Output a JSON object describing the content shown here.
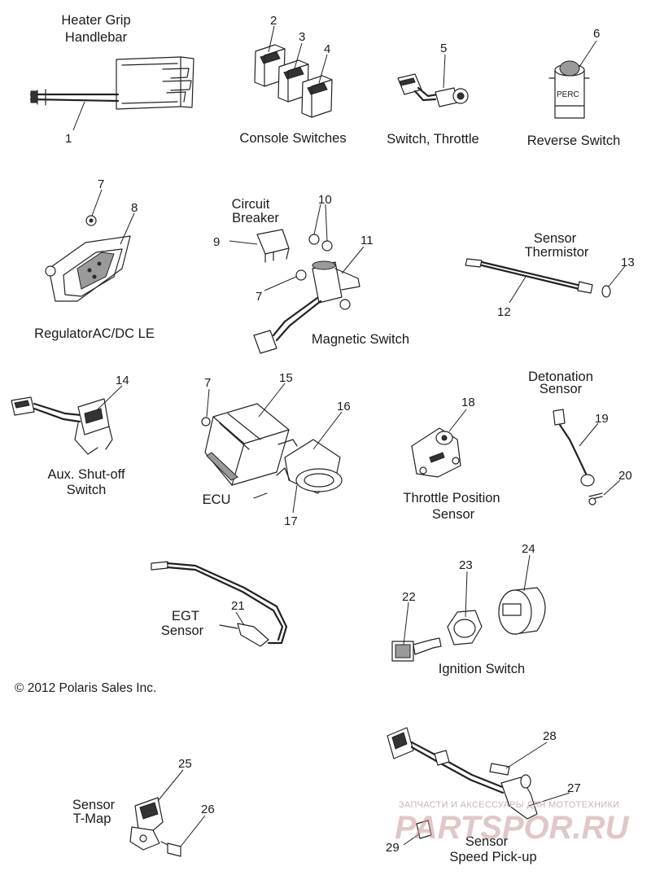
{
  "labels": {
    "heater_grip_1": "Heater Grip",
    "heater_grip_2": "Handlebar",
    "console_switches": "Console Switches",
    "switch_throttle": "Switch, Throttle",
    "reverse_switch": "Reverse Switch",
    "circuit_breaker_1": "Circuit",
    "circuit_breaker_2": "Breaker",
    "sensor_thermistor_1": "Sensor",
    "sensor_thermistor_2": "Thermistor",
    "regulator": "RegulatorAC/DC LE",
    "magnetic_switch": "Magnetic Switch",
    "detonation_sensor_1": "Detonation",
    "detonation_sensor_2": "Sensor",
    "aux_shutoff_1": "Aux. Shut-off",
    "aux_shutoff_2": "Switch",
    "ecu": "ECU",
    "throttle_position_1": "Throttle Position",
    "throttle_position_2": "Sensor",
    "egt_sensor_1": "EGT",
    "egt_sensor_2": "Sensor",
    "ignition_switch": "Ignition Switch",
    "sensor_tmap_1": "Sensor",
    "sensor_tmap_2": "T-Map",
    "speed_pickup_1": "Sensor",
    "speed_pickup_2": "Speed Pick-up"
  },
  "parts": {
    "p1": "1",
    "p2": "2",
    "p3": "3",
    "p4": "4",
    "p5": "5",
    "p6": "6",
    "p7a": "7",
    "p7b": "7",
    "p7c": "7",
    "p8": "8",
    "p9": "9",
    "p10": "10",
    "p11": "11",
    "p12": "12",
    "p13": "13",
    "p14": "14",
    "p15": "15",
    "p16": "16",
    "p17": "17",
    "p18": "18",
    "p19": "19",
    "p20": "20",
    "p21": "21",
    "p22": "22",
    "p23": "23",
    "p24": "24",
    "p25": "25",
    "p26": "26",
    "p27": "27",
    "p28": "28",
    "p29": "29"
  },
  "reverse_switch_marking": "PERC",
  "copyright": "© 2012 Polaris Sales Inc.",
  "watermark": {
    "line1": "ЗАПЧАСТИ И АКСЕССУАРЫ ДЛЯ МОТОТЕХНИКИ",
    "line2": "PARTSPOR.RU"
  }
}
